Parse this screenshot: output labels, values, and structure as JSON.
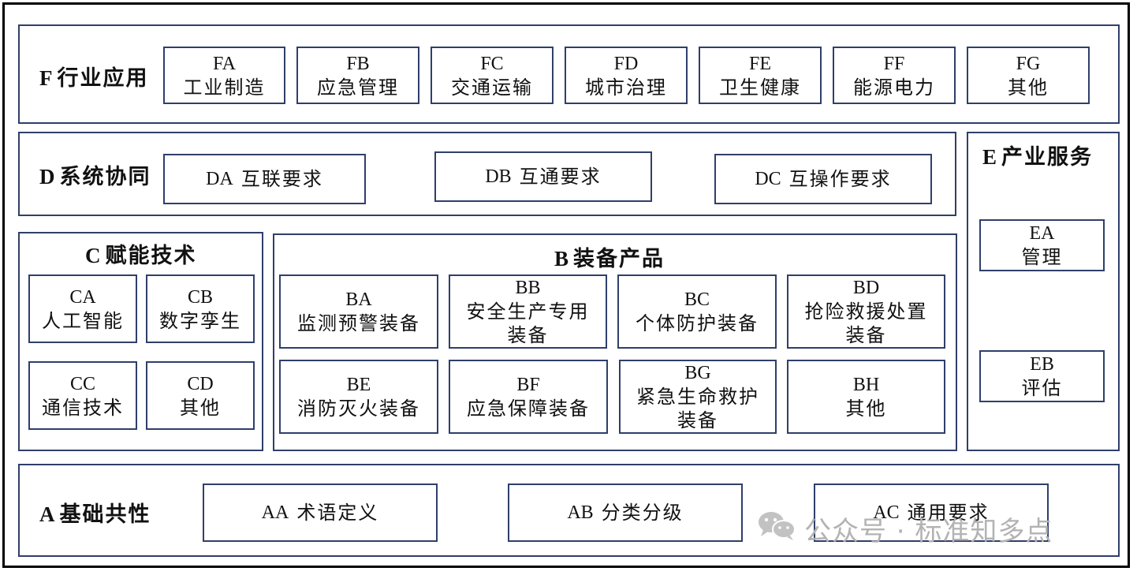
{
  "layers": {
    "F": {
      "code": "F",
      "name": "行业应用",
      "items": [
        {
          "code": "FA",
          "name": "工业制造"
        },
        {
          "code": "FB",
          "name": "应急管理"
        },
        {
          "code": "FC",
          "name": "交通运输"
        },
        {
          "code": "FD",
          "name": "城市治理"
        },
        {
          "code": "FE",
          "name": "卫生健康"
        },
        {
          "code": "FF",
          "name": "能源电力"
        },
        {
          "code": "FG",
          "name": "其他"
        }
      ]
    },
    "D": {
      "code": "D",
      "name": "系统协同",
      "items": [
        {
          "code": "DA",
          "name": "互联要求"
        },
        {
          "code": "DB",
          "name": "互通要求"
        },
        {
          "code": "DC",
          "name": "互操作要求"
        }
      ]
    },
    "E": {
      "code": "E",
      "name": "产业服务",
      "items": [
        {
          "code": "EA",
          "name": "管理"
        },
        {
          "code": "EB",
          "name": "评估"
        }
      ]
    },
    "C": {
      "code": "C",
      "name": "赋能技术",
      "items": [
        {
          "code": "CA",
          "name": "人工智能"
        },
        {
          "code": "CB",
          "name": "数字孪生"
        },
        {
          "code": "CC",
          "name": "通信技术"
        },
        {
          "code": "CD",
          "name": "其他"
        }
      ]
    },
    "B": {
      "code": "B",
      "name": "装备产品",
      "items": [
        {
          "code": "BA",
          "name": "监测预警装备"
        },
        {
          "code": "BB",
          "name": "安全生产专用装备"
        },
        {
          "code": "BC",
          "name": "个体防护装备"
        },
        {
          "code": "BD",
          "name": "抢险救援处置装备"
        },
        {
          "code": "BE",
          "name": "消防灭火装备"
        },
        {
          "code": "BF",
          "name": "应急保障装备"
        },
        {
          "code": "BG",
          "name": "紧急生命救护装备"
        },
        {
          "code": "BH",
          "name": "其他"
        }
      ]
    },
    "A": {
      "code": "A",
      "name": "基础共性",
      "items": [
        {
          "code": "AA",
          "name": "术语定义"
        },
        {
          "code": "AB",
          "name": "分类分级"
        },
        {
          "code": "AC",
          "name": "通用要求"
        }
      ]
    }
  },
  "watermark": {
    "text": "公众号 · 标准知多点",
    "icon": "wechat-icon"
  }
}
